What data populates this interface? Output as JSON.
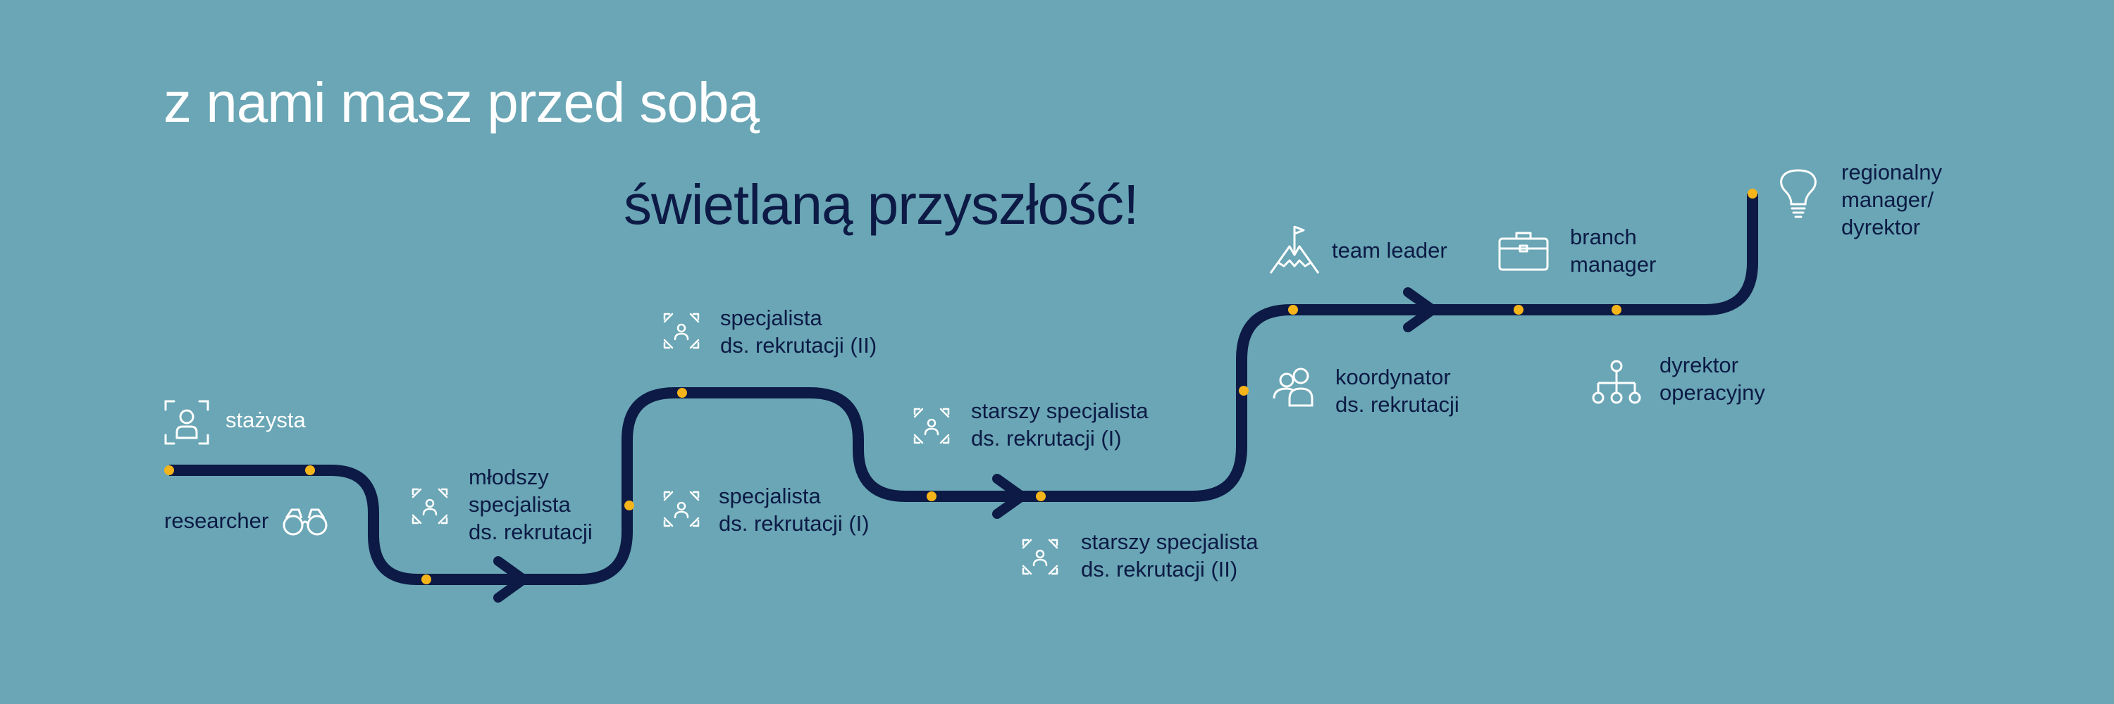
{
  "title": {
    "line1": "z nami masz przed sobą",
    "line2": "świetlaną przyszłość!"
  },
  "colors": {
    "background": "#6aa6b5",
    "path": "#0c1a45",
    "milestone_dot": "#f4b41a",
    "light_text": "#ffffff",
    "dark_text": "#0c1a45"
  },
  "career_path": [
    {
      "id": "stazysta",
      "label": "stażysta",
      "icon": "person-focus-icon"
    },
    {
      "id": "researcher",
      "label": "researcher",
      "icon": "binoculars-icon"
    },
    {
      "id": "mlodszy",
      "label": "młodszy\nspecjalista\nds. rekrutacji",
      "icon": "recruitment-icon"
    },
    {
      "id": "specjalista-1",
      "label": "specjalista\nds. rekrutacji (I)",
      "icon": "recruitment-icon"
    },
    {
      "id": "specjalista-2",
      "label": "specjalista\nds. rekrutacji (II)",
      "icon": "recruitment-icon"
    },
    {
      "id": "starszy-1",
      "label": "starszy specjalista\nds. rekrutacji (I)",
      "icon": "recruitment-icon"
    },
    {
      "id": "starszy-2",
      "label": "starszy specjalista\nds. rekrutacji (II)",
      "icon": "recruitment-icon"
    },
    {
      "id": "koordynator",
      "label": "koordynator\nds. rekrutacji",
      "icon": "team-icon"
    },
    {
      "id": "team-leader",
      "label": "team leader",
      "icon": "mountain-flag-icon"
    },
    {
      "id": "branch-manager",
      "label": "branch\nmanager",
      "icon": "briefcase-icon"
    },
    {
      "id": "dyrektor-operacyjny",
      "label": "dyrektor\noperacyjny",
      "icon": "org-chart-icon"
    },
    {
      "id": "regionalny",
      "label": "regionalny\nmanager/\ndyrektor",
      "icon": "lightbulb-icon"
    }
  ]
}
